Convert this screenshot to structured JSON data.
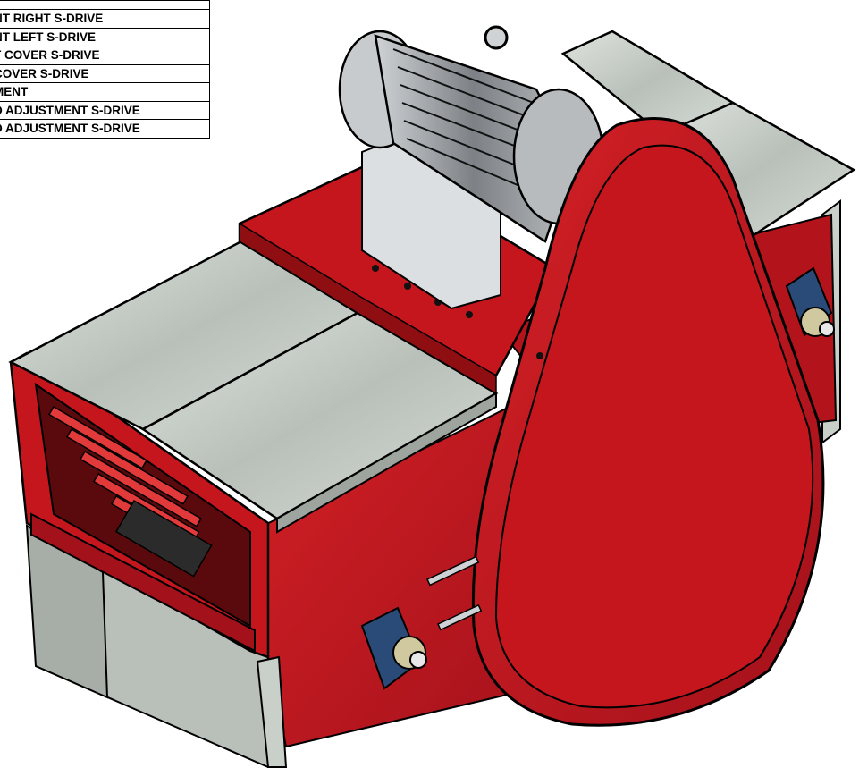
{
  "parts_list": {
    "rows": [
      "",
      "NT RIGHT S-DRIVE",
      "NT LEFT S-DRIVE",
      "T COVER S-DRIVE",
      "COVER S-DRIVE",
      "MENT",
      "D ADJUSTMENT S-DRIVE",
      "D ADJUSTMENT S-DRIVE"
    ]
  },
  "colors": {
    "frame_red": "#c4161c",
    "frame_red_dark": "#8e0e12",
    "frame_red_light": "#e23a3a",
    "sheet_metal": "#c9cfc9",
    "sheet_metal_dark": "#9ea49e",
    "motor_gray": "#8a8d90",
    "motor_light": "#d9dcdf",
    "bearing_blue": "#2a4a78",
    "outline": "#000000"
  }
}
